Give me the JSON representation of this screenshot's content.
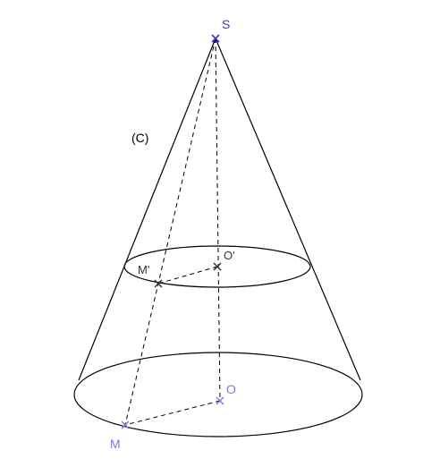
{
  "diagram": {
    "labels": {
      "apex": "S",
      "cone": "(C)",
      "section_center": "O'",
      "section_point": "M'",
      "base_center": "O",
      "base_point": "M"
    },
    "colors": {
      "outline": "#000000",
      "blue_points": "#3a3ad6",
      "light_blue_points": "#7b7be0",
      "dark_points": "#333333"
    }
  }
}
